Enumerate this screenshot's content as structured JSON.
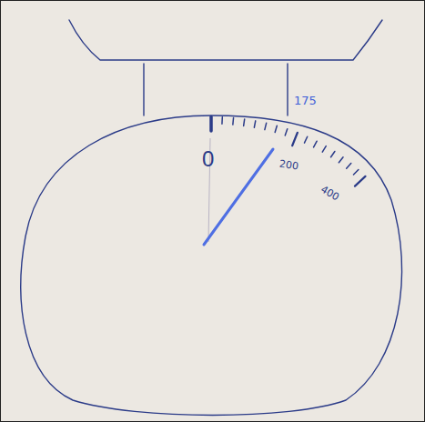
{
  "diagram": {
    "labels": [
      "175",
      "0",
      "200",
      "400"
    ]
  }
}
